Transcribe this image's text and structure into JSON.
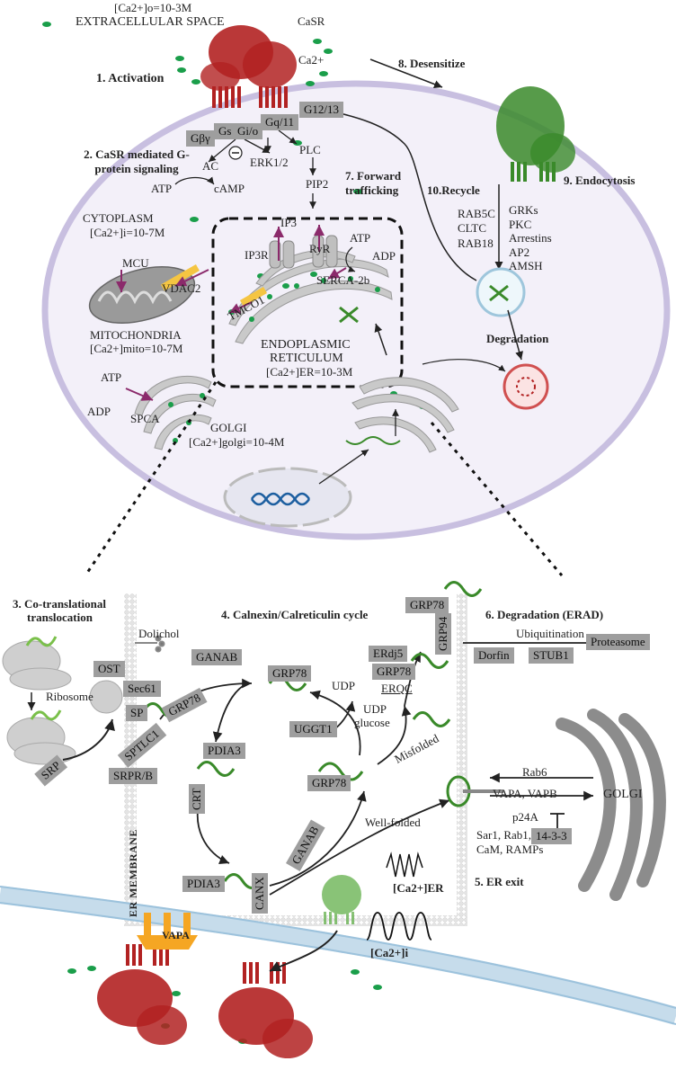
{
  "top": {
    "ca_out": "[Ca2+]o=10-3M",
    "extracellular": "EXTRACELLULAR SPACE",
    "casr": "CaSR",
    "ca2": "Ca2+",
    "activation": "1.  Activation",
    "desensitize": "8. Desensitize",
    "endocytosis": "9. Endocytosis",
    "signaling": "2. CaSR mediated G-protein signaling",
    "forward": "7. Forward trafficking",
    "recycle": "10.Recycle",
    "degradation": "Degradation"
  },
  "gproteins": {
    "gby": "Gβγ",
    "gs": "Gs",
    "gio": "Gi/o",
    "gq11": "Gq/11",
    "g1213": "G12/13"
  },
  "signals": {
    "ac": "AC",
    "erk": "ERK1/2",
    "plc": "PLC",
    "atp1": "ATP",
    "camp": "cAMP",
    "pip2": "PIP2",
    "minus": "−"
  },
  "cyto": {
    "cytoplasm": "CYTOPLASM",
    "ca_i": "[Ca2+]i=10-7M",
    "mcu": "MCU",
    "vdac2": "VDAC2",
    "mito": "MITOCHONDRIA",
    "ca_mito": "[Ca2+]mito=10-7M",
    "ip3": "IP3",
    "ip3r": "IP3R",
    "ryr": "RyR",
    "tmco1": "TMCO1",
    "serca": "SERCA-2b",
    "atp2": "ATP",
    "adp2": "ADP",
    "er1": "ENDOPLASMIC",
    "er2": "RETICULUM",
    "ca_er": "[Ca2+]ER=10-3M",
    "atp3": "ATP",
    "adp3": "ADP",
    "spca": "SPCA",
    "golgi": "GOLGI",
    "ca_golgi": "[Ca2+]golgi=10-4M"
  },
  "endo_list": [
    "GRKs",
    "PKC",
    "Arrestins",
    "AP2",
    "AMSH"
  ],
  "recycle_list": [
    "RAB5C",
    "CLTC",
    "RAB18"
  ],
  "bottom": {
    "cotrans1": "3. Co-translational",
    "cotrans2": "translocation",
    "ribosome": "Ribosome",
    "dolichol": "Dolichol",
    "cycle": "4. Calnexin/Calreticulin cycle",
    "erad": "6. Degradation (ERAD)",
    "ubiq": "Ubiquitination",
    "proteasome": "Proteasome",
    "udp": "UDP",
    "udpglucose1": "UDP",
    "udpglucose2": "glucose",
    "misfolded": "Misfolded",
    "wellfolded": "Well-folded",
    "er_membrane": "ER MEMBRANE",
    "ca_er2": "[Ca2+]ER",
    "er_exit": "5. ER exit",
    "golgi2": "GOLGI",
    "p24a": "p24A",
    "vapa_vapb": "VAPA, VAPB",
    "sar1_a": "Sar1, Rab1,",
    "sar1_b": "CaM, RAMPs",
    "vapa": "VAPA",
    "ca_i2": "[Ca2+]i"
  },
  "boxes": {
    "ost": "OST",
    "sec61": "Sec61",
    "sp": "SP",
    "grp78a": "GRP78",
    "sptlc1": "SPTLC1",
    "srprb": "SRPR/B",
    "srp": "SRP",
    "ganab1": "GANAB",
    "grp78b": "GRP78",
    "uggt1": "UGGT1",
    "pdia3a": "PDIA3",
    "crt": "CRT",
    "grp78c": "GRP78",
    "ganab2": "GANAB",
    "pdia3b": "PDIA3",
    "canx": "CANX",
    "grp78d": "GRP78",
    "grp94": "GRP94",
    "erdj5": "ERdj5",
    "grp78e": "GRP78",
    "erqc": "ERQC",
    "dorfin": "Dorfin",
    "stub1": "STUB1",
    "proteasome_box": "Proteasome",
    "rab6": "Rab6",
    "b1433": "14-3-3"
  },
  "colors": {
    "membrane": "#c8bfe0",
    "receptor": "#b22222",
    "ca": "#1a9e4a",
    "green_protein": "#3a8a2a",
    "arrow_purple": "#8b2a6b",
    "orange": "#f5a623",
    "grey_box": "#9e9e9e"
  }
}
